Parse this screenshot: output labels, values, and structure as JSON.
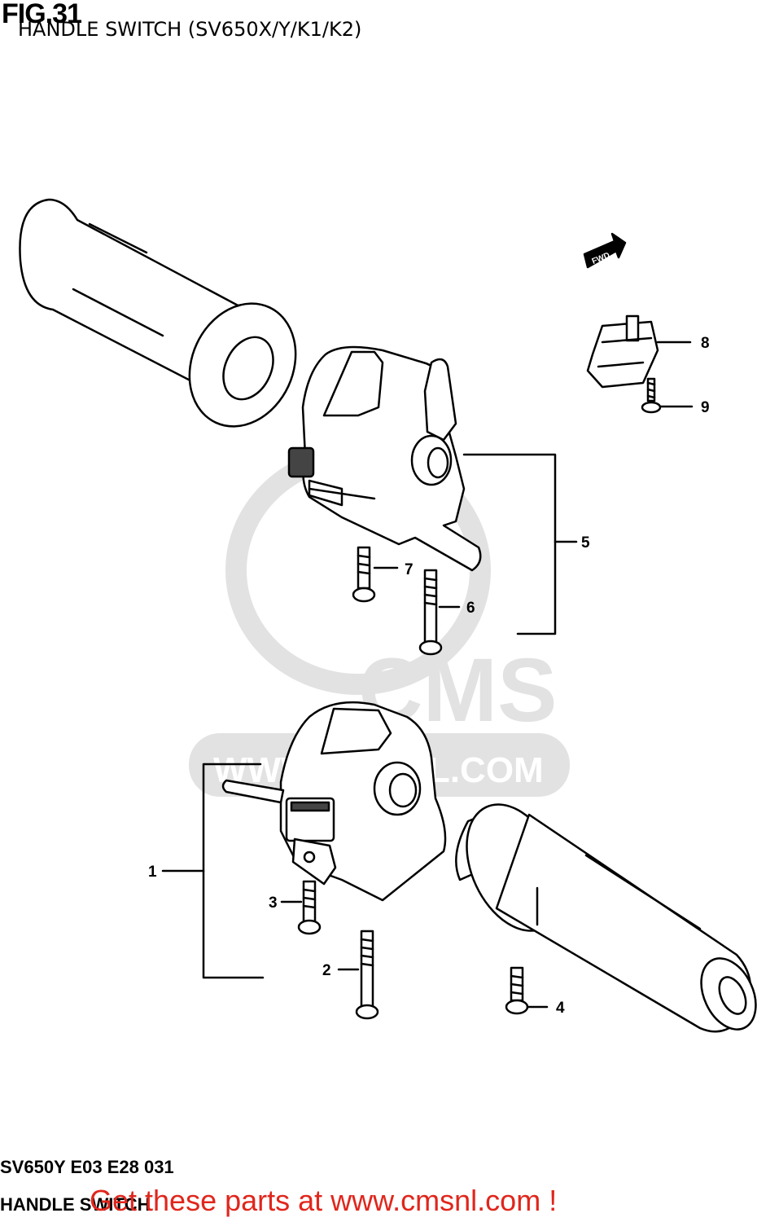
{
  "figure": {
    "title": "FIG.31",
    "subtitle": "HANDLE SWITCH (SV650X/Y/K1/K2)"
  },
  "fwd_badge": "FWD",
  "watermark": {
    "logo_text": "CMS",
    "url_text": "WWW.CMSNL.COM"
  },
  "callouts": [
    {
      "id": "1",
      "label": "1"
    },
    {
      "id": "2",
      "label": "2"
    },
    {
      "id": "3",
      "label": "3"
    },
    {
      "id": "4",
      "label": "4"
    },
    {
      "id": "5",
      "label": "5"
    },
    {
      "id": "6",
      "label": "6"
    },
    {
      "id": "7",
      "label": "7"
    },
    {
      "id": "8",
      "label": "8"
    },
    {
      "id": "9",
      "label": "9"
    }
  ],
  "footer": {
    "code": "SV650Y E03 E28 031",
    "name": "HANDLE SWITCH"
  },
  "promo": "Get these parts at www.cmsnl.com !",
  "colors": {
    "line": "#000000",
    "watermark": "#d9d9d9",
    "promo": "#e0261c"
  }
}
